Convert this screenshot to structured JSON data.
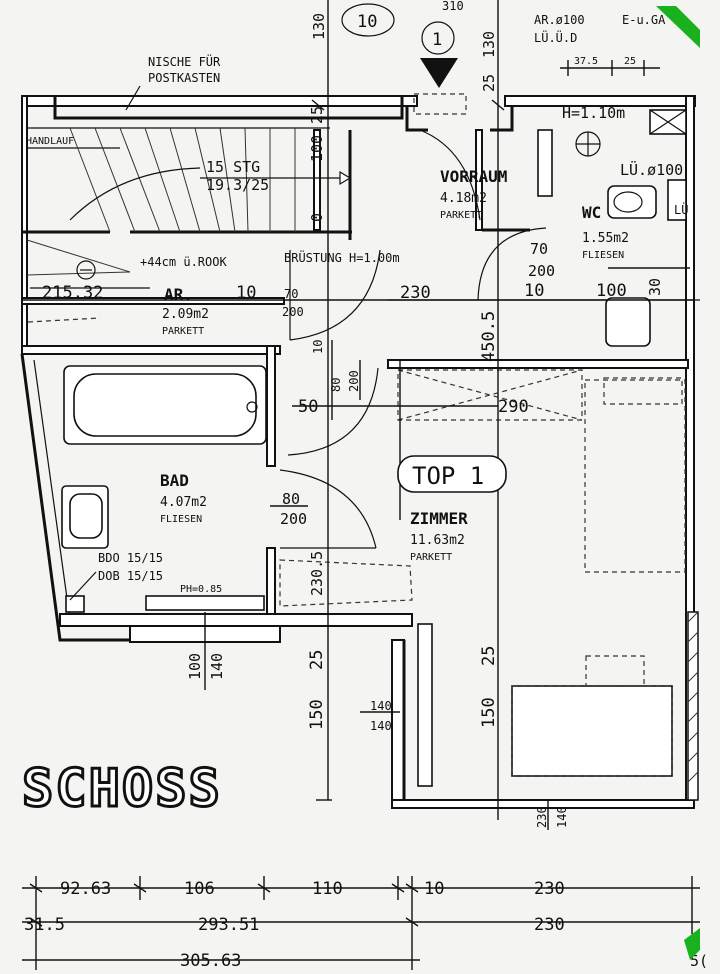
{
  "header": {
    "col_130": "130",
    "circle_10": "10",
    "axis_1": "1",
    "top_cut": "310",
    "ar_top": "AR.ø100",
    "lud_top": "LÜ.Ü.D",
    "eu_top": "E-u.GA",
    "d_375": "37.5",
    "d_25": "25",
    "d_130b": "130",
    "d_25b": "25"
  },
  "labels": {
    "nische": "NISCHE FÜR",
    "postkasten": "POSTKASTEN",
    "handlauf": "HANDLAUF",
    "stg": "15 STG",
    "stg_ratio": "19.3/25",
    "rook": "+44cm ü.ROOK",
    "bruestung": "BRÜSTUNG H=1.00m",
    "h110": "H=1.10m",
    "lu100": "LÜ.ø100",
    "lu": "LÜ",
    "bdo": "BDO 15/15",
    "dob": "DOB 15/15",
    "ph": "PH=0.85",
    "schoss": "SCHOSS",
    "top1": "TOP 1"
  },
  "rooms": {
    "vorraum": {
      "name": "VORRAUM",
      "area": "4.18m2",
      "floor": "PARKETT"
    },
    "wc": {
      "name": "WC",
      "area": "1.55m2",
      "floor": "FLIESEN"
    },
    "ar": {
      "name": "AR.",
      "area": "2.09m2",
      "floor": "PARKETT"
    },
    "bad": {
      "name": "BAD",
      "area": "4.07m2",
      "floor": "FLIESEN"
    },
    "zimmer": {
      "name": "ZIMMER",
      "area": "11.63m2",
      "floor": "PARKETT"
    }
  },
  "dims": {
    "v100": "100",
    "v25": "25",
    "v0": "0",
    "d215": "215.32",
    "d10": "10",
    "d70a": "70",
    "d200a": "200",
    "d230": "230",
    "d70b": "70",
    "d200b": "200",
    "d10b": "10",
    "d100": "100",
    "d30": "30",
    "d4505": "450.5",
    "d10c": "10",
    "d80a": "80",
    "d200c": "200",
    "d50": "50",
    "d290": "290",
    "d80b": "80",
    "d200d": "200",
    "d2305": "230.5",
    "d100b": "100",
    "d140a": "140",
    "d25c": "25",
    "d150a": "150",
    "d140b": "140",
    "d140c": "140",
    "d25d": "25",
    "d150b": "150",
    "d230b": "230",
    "d140d": "140"
  },
  "bottom_dims": {
    "row1": [
      "92.63",
      "106",
      "110",
      "10",
      "230"
    ],
    "row2": [
      "31.5",
      "293.51",
      "230"
    ],
    "row3": [
      "305.63"
    ],
    "corner": "5("
  },
  "colors": {
    "green_marker": "#19b21e"
  }
}
